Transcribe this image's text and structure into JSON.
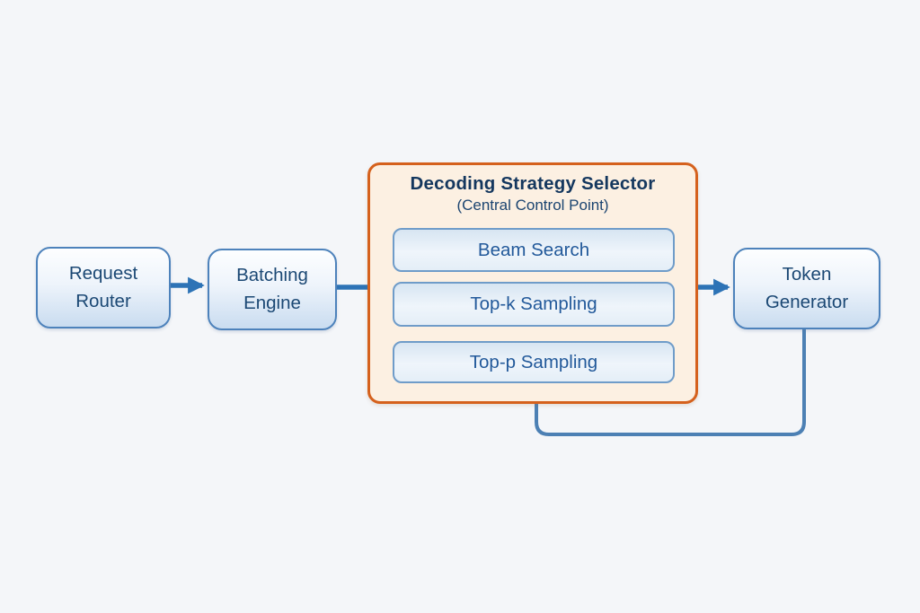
{
  "diagram": {
    "nodes": {
      "request_router": {
        "label": "Request Router"
      },
      "batching_engine": {
        "label": "Batching Engine"
      },
      "token_generator": {
        "label": "Token Generator"
      }
    },
    "selector_group": {
      "title": "Decoding Strategy Selector",
      "subtitle": "(Central Control Point)",
      "strategies": [
        {
          "label": "Beam Search"
        },
        {
          "label": "Top-k Sampling"
        },
        {
          "label": "Top-p Sampling"
        }
      ]
    },
    "connections": [
      {
        "from": "request_router",
        "to": "batching_engine",
        "type": "arrow"
      },
      {
        "from": "batching_engine",
        "to": "top_k_sampling",
        "type": "arrow"
      },
      {
        "from": "top_k_sampling",
        "to": "token_generator",
        "type": "arrow"
      },
      {
        "from": "beam_search",
        "to": "top_k_sampling",
        "type": "line"
      },
      {
        "from": "token_generator",
        "to": "decoding_strategy_selector",
        "type": "feedback-line"
      }
    ],
    "colors": {
      "node_border": "#4d82bb",
      "node_text": "#1b4874",
      "inner_node_text": "#22599a",
      "group_border": "#d5611d",
      "group_fill": "#fcf0e2",
      "arrow": "#2d73b6",
      "feedback_line": "#4c80b4",
      "background": "#f4f6f9"
    }
  }
}
